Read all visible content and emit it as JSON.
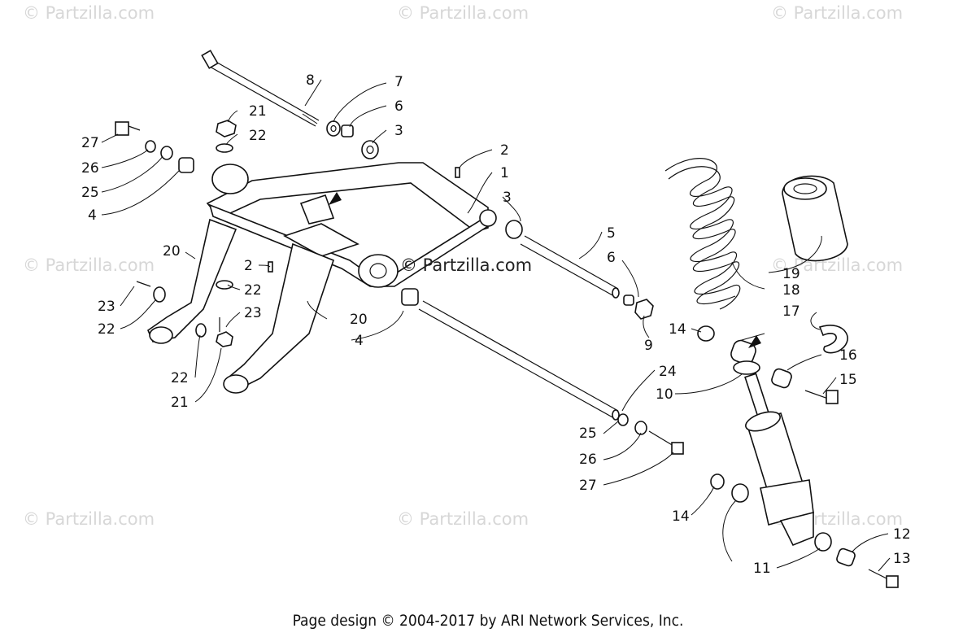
{
  "watermarks": {
    "corner_text": "© Partzilla.com",
    "center_text": "© Partzilla.com"
  },
  "callouts": [
    "1",
    "2",
    "3",
    "4",
    "5",
    "6",
    "7",
    "8",
    "9",
    "10",
    "11",
    "12",
    "13",
    "14",
    "15",
    "16",
    "17",
    "18",
    "19",
    "20",
    "21",
    "22",
    "23",
    "24",
    "25",
    "26",
    "27"
  ],
  "footer": "Page design © 2004-2017 by ARI Network Services, Inc."
}
